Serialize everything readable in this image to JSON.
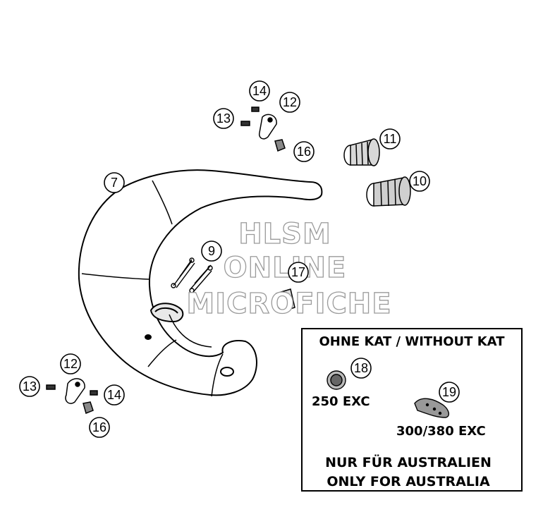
{
  "callouts": {
    "c7": "7",
    "c9": "9",
    "c10": "10",
    "c11": "11",
    "c12a": "12",
    "c12b": "12",
    "c13a": "13",
    "c13b": "13",
    "c14a": "14",
    "c14b": "14",
    "c16a": "16",
    "c16b": "16",
    "c17": "17",
    "c18": "18",
    "c19": "19"
  },
  "watermark": {
    "line1": "HLSM",
    "line2": "ONLINE",
    "line3": "MICROFICHE"
  },
  "note_box": {
    "heading": "OHNE KAT / WITHOUT KAT",
    "label_250": "250 EXC",
    "label_300": "300/380 EXC",
    "footer_de": "NUR FÜR AUSTRALIEN",
    "footer_en": "ONLY FOR AUSTRALIA"
  }
}
